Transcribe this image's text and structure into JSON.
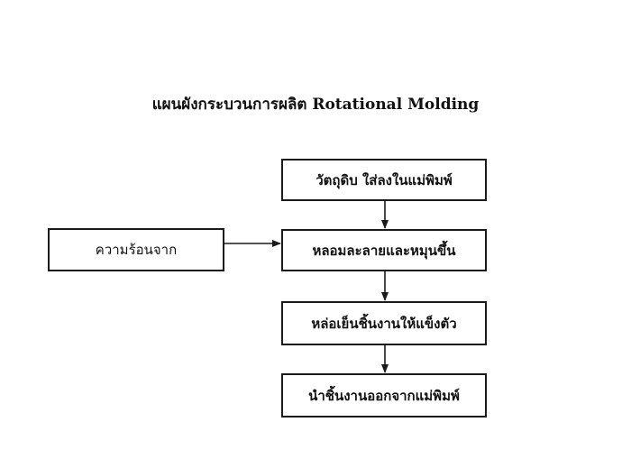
{
  "diagram": {
    "title": "แผนผังกระบวนการผลิต Rotational Molding",
    "steps": [
      "วัตถุดิบ ใส่ลงในแม่พิมพ์",
      "หลอมละลายและหมุนขึ้น",
      "หล่อเย็นชิ้นงานให้แข็งตัว",
      "นำชิ้นงานออกจากแม่พิมพ์"
    ],
    "side_input": "ความร้อนจาก"
  }
}
